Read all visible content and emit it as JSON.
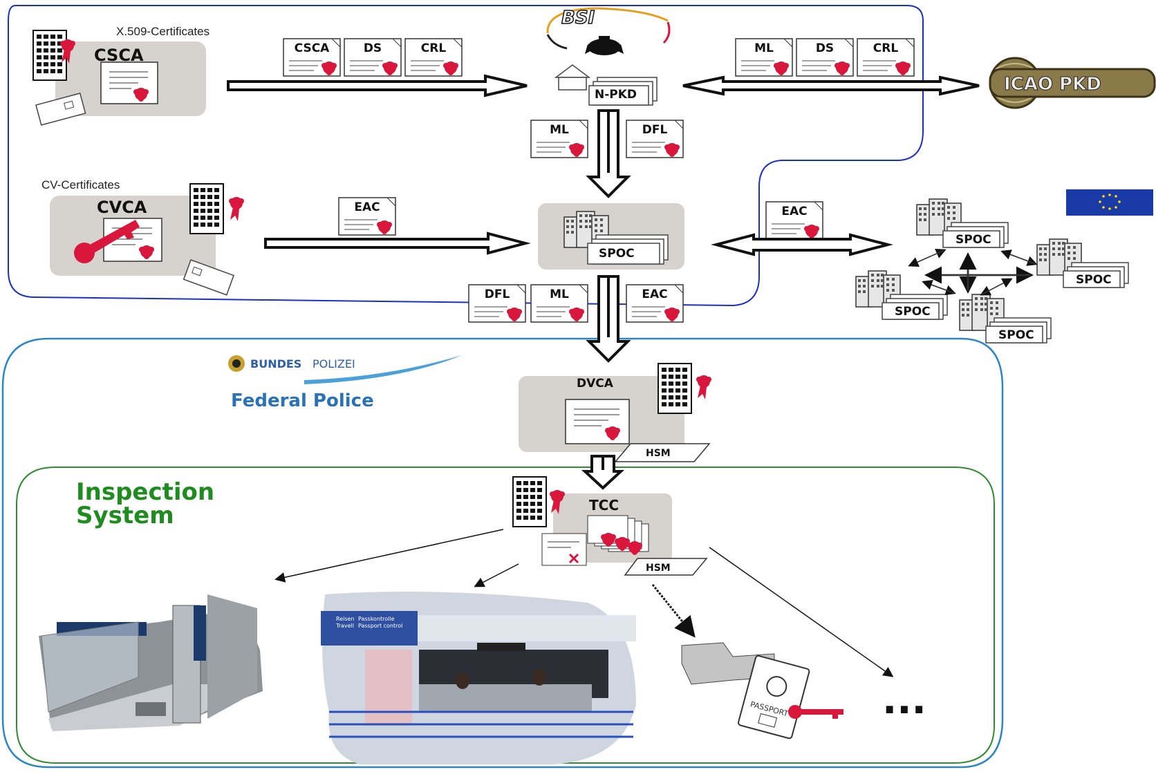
{
  "top_zone": {
    "x509_label": "X.509-Certificates",
    "cv_label": "CV-Certificates",
    "csca": "CSCA",
    "cvca": "CVCA"
  },
  "bsi": {
    "logo_text": "BSI",
    "npkd": "N-PKD"
  },
  "icao": {
    "logo_text": "ICAO PKD"
  },
  "documents": {
    "csca_flow": [
      "CSCA",
      "DS",
      "CRL"
    ],
    "icao_flow": [
      "ML",
      "DS",
      "CRL"
    ],
    "npkd_to_spoc": [
      "ML",
      "DFL"
    ],
    "cvca_flow": "EAC",
    "eu_flow": "EAC",
    "spoc_to_dvca": [
      "DFL",
      "ML",
      "EAC"
    ]
  },
  "spoc": {
    "center": "SPOC",
    "network": [
      "SPOC",
      "SPOC",
      "SPOC",
      "SPOC",
      "SPOC"
    ]
  },
  "police": {
    "logo_text_bold": "BUNDES",
    "logo_text_light": "POLIZEI",
    "subtitle": "Federal Police",
    "dvca": "DVCA",
    "hsm_dvca": "HSM"
  },
  "inspection": {
    "title_line1": "Inspection",
    "title_line2": "System",
    "tcc": "TCC",
    "hsm_tcc": "HSM",
    "passport_text": "PASSPORT",
    "ellipsis": "..."
  },
  "photo_signs": {
    "sign1_line1": "Reisende",
    "sign1_line2": "Travellers",
    "sign2_line1": "Passkontrolle",
    "sign2_line2": "Passport control"
  },
  "colors": {
    "top_border": "#1a2fc8",
    "police_border": "#2a86c6",
    "inspection_border": "#2e8b2e",
    "inspection_title": "#1e8c1e",
    "federal_police_text": "#2a72b8",
    "seal_red": "#d9163b",
    "box_gray": "#d6d2cd",
    "icao_gold": "#8a7a4a"
  }
}
